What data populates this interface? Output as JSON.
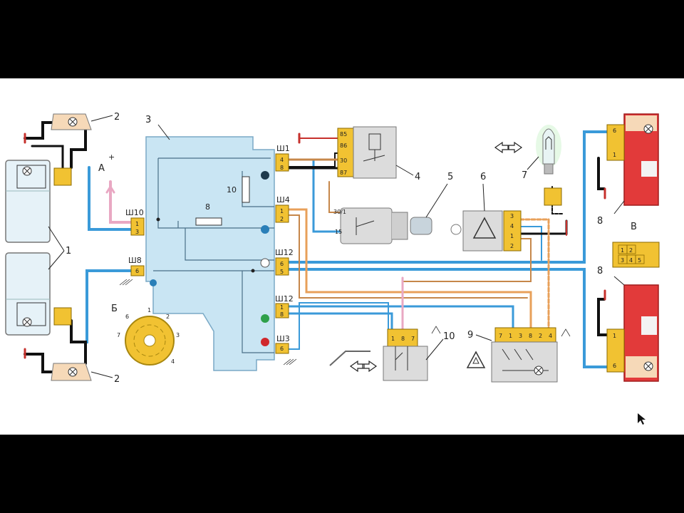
{
  "component_numbers": {
    "n1": "1",
    "n2_top": "2",
    "n2_bottom": "2",
    "n3": "3",
    "n4": "4",
    "n5": "5",
    "n6": "6",
    "n7": "7",
    "n8_top": "8",
    "n8_bottom": "8",
    "n9": "9",
    "n10": "10",
    "n10_fuse": "10",
    "n8_fuse": "8"
  },
  "letters": {
    "a": "А",
    "b": "Б",
    "v": "В",
    "plus": "+"
  },
  "connectors": {
    "sh1": "Ш1",
    "sh4": "Ш4",
    "sh12a": "Ш12",
    "sh12b": "Ш12",
    "sh3": "Ш3",
    "sh10": "Ш10",
    "sh8": "Ш8"
  },
  "relay_pins": [
    "85",
    "86",
    "30",
    "87"
  ],
  "ignition_pins": {
    "top": "30/1",
    "bottom": "15"
  },
  "connector_pins": {
    "sh1": [
      "4",
      "8"
    ],
    "sh4": [
      "1",
      "2"
    ],
    "sh12a": [
      "6",
      "5"
    ],
    "sh12b": [
      "1",
      "8"
    ],
    "sh3": [
      "6"
    ],
    "sh10": [
      "1",
      "3"
    ],
    "sh8": [
      "6"
    ]
  },
  "switch_pins": [
    "3",
    "4",
    "1",
    "2"
  ],
  "turn_switch_pins": [
    "1",
    "8",
    "7"
  ],
  "hazard_switch_pins": [
    "7",
    "1",
    "3",
    "8",
    "2",
    "4"
  ],
  "rear_lamp_pins": {
    "top": [
      "6",
      "1"
    ],
    "bottom": [
      "1",
      "6"
    ]
  },
  "socket_b_pins": [
    "1",
    "2",
    "3",
    "4",
    "5"
  ],
  "dial_numbers": [
    "1",
    "2",
    "3",
    "4",
    "6",
    "7"
  ],
  "colors": {
    "background": "#ffffff",
    "frame": "#000000",
    "block": "#c9e5f3",
    "wire_blue": "#3a9ad9",
    "wire_black": "#111111",
    "wire_orange": "#e8a05a",
    "wire_pink": "#e9a8c3",
    "wire_red": "#c6302c",
    "connector": "#f1c232",
    "lamp_red": "#e23a3a",
    "headlamp": "#e6f2f8"
  }
}
